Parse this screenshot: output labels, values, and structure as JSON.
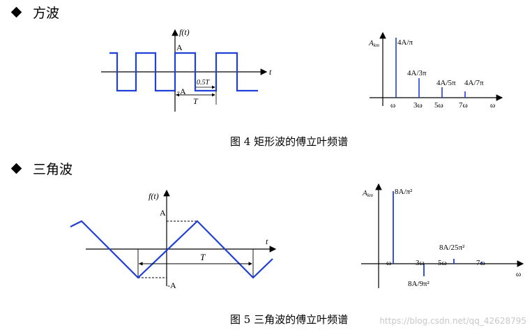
{
  "section1": {
    "bullet_icon": "diamond-bullet-icon",
    "title": "方波"
  },
  "section2": {
    "bullet_icon": "diamond-bullet-icon",
    "title": "三角波"
  },
  "square_wave": {
    "y_label": "f(t)",
    "x_label": "t",
    "pos_amp": "A",
    "neg_amp": "-A",
    "half_period": "0.5T",
    "period": "T"
  },
  "square_spectrum": {
    "y_label": "Akm",
    "x_label": "ω",
    "ticks": [
      "ω",
      "3ω",
      "5ω",
      "7ω"
    ],
    "line_labels": [
      "4A/π",
      "4A/3π",
      "4A/5π",
      "4A/7π"
    ],
    "caption": "图 4  矩形波的傅立叶频谱"
  },
  "triangle_wave": {
    "y_label": "f(t)",
    "x_label": "t",
    "pos_amp": "A",
    "neg_amp": "-A",
    "period": "T"
  },
  "triangle_spectrum": {
    "y_label": "Akm",
    "x_label": "ω",
    "ticks": [
      "ω",
      "3ω",
      "5ω",
      "7ω"
    ],
    "line_labels": [
      "8A/π²",
      "8A/9π²",
      "8A/25π²"
    ],
    "caption": "图 5  三角波的傅立叶频谱"
  },
  "watermark": "https://blog.csdn.net/qq_42628795",
  "colors": {
    "signal": "#1f3fd6",
    "axis": "#000000"
  }
}
